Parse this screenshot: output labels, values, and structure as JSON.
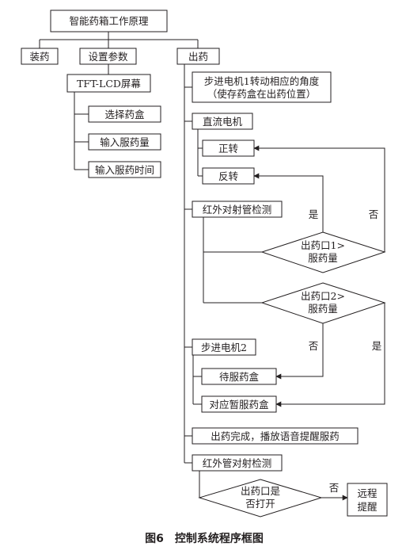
{
  "nodes": {
    "root": "智能药箱工作原理",
    "load": "装药",
    "setparams": "设置参数",
    "dispense": "出药",
    "tft": "TFT-LCD屏幕",
    "selectbox": "选择药盒",
    "inputdose": "输入服药量",
    "inputtime": "输入服药时间",
    "stepper1_l1": "步进电机1转动相应的角度",
    "stepper1_l2": "（使存药盒在出药位置）",
    "dcmotor": "直流电机",
    "forward": "正转",
    "reverse": "反转",
    "ir1": "红外对射管检测",
    "dec1_l1": "出药口1>",
    "dec1_l2": "服药量",
    "dec2_l1": "出药口2>",
    "dec2_l2": "服药量",
    "stepper2": "步进电机2",
    "waitbox": "待服药盒",
    "tempbox": "对应暂服药盒",
    "done": "出药完成，播放语音提醒服药",
    "ir2": "红外管对射检测",
    "dec3_l1": "出药口是",
    "dec3_l2": "否打开",
    "remote_l1": "远程",
    "remote_l2": "提醒"
  },
  "labels": {
    "yes": "是",
    "no": "否"
  },
  "caption": "图6　控制系统程序框图"
}
